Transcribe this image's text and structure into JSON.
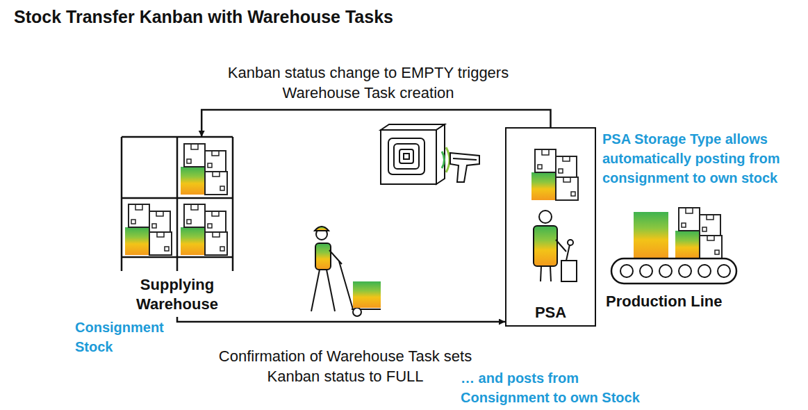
{
  "diagram": {
    "title": "Stock Transfer Kanban with Warehouse Tasks",
    "nodes": [
      {
        "text": [
          "Supplying Warehouse"
        ]
      },
      {
        "text": [
          "PSA"
        ]
      }
    ],
    "edges": [
      {
        "from": 1,
        "to": 0,
        "arrow": "to",
        "label": "Kanban status change to EMPTY triggers Warehouse Task creation"
      },
      {
        "from": 0,
        "to": 1,
        "arrow": "to",
        "label": "Confirmation of Warehouse Task sets Kanban status to FULL"
      }
    ],
    "labels": [
      "Consignment Stock",
      "PSA Storage Type allows automatically posting from consignment to own stock",
      "… and posts from Consignment to own Stock",
      "Production Line"
    ]
  }
}
